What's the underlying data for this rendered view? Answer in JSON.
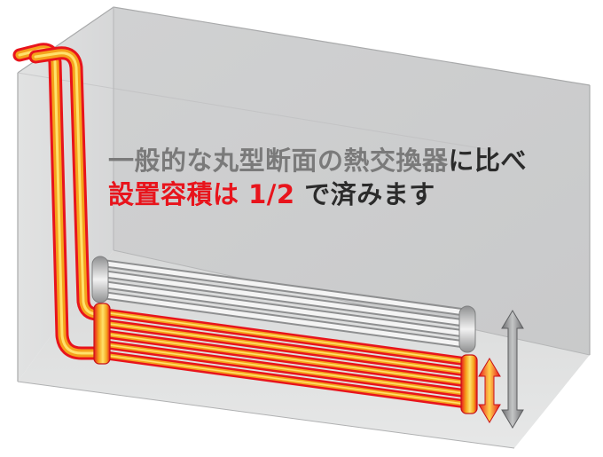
{
  "caption": {
    "line1": {
      "gray_part": "一般的な丸型断面の熱交換器",
      "dark_part": "に比べ"
    },
    "line2": {
      "red_part1": "設置容積は",
      "red_number": "1/2",
      "dark_part": "で済みます"
    }
  },
  "colors": {
    "caption_gray": "#7a7a7a",
    "caption_dark": "#2b2b2b",
    "caption_red": "#e8141c",
    "pipe_red": "#e8141c",
    "pipe_orange": "#f5a21b",
    "pipe_yellow": "#ffe16b",
    "box_gray": "#c9cacb",
    "gray_tube": "#a8a9aa"
  },
  "icons": {
    "red_height_arrow": "double-arrow-vertical-icon",
    "gray_height_arrow": "double-arrow-vertical-icon"
  }
}
